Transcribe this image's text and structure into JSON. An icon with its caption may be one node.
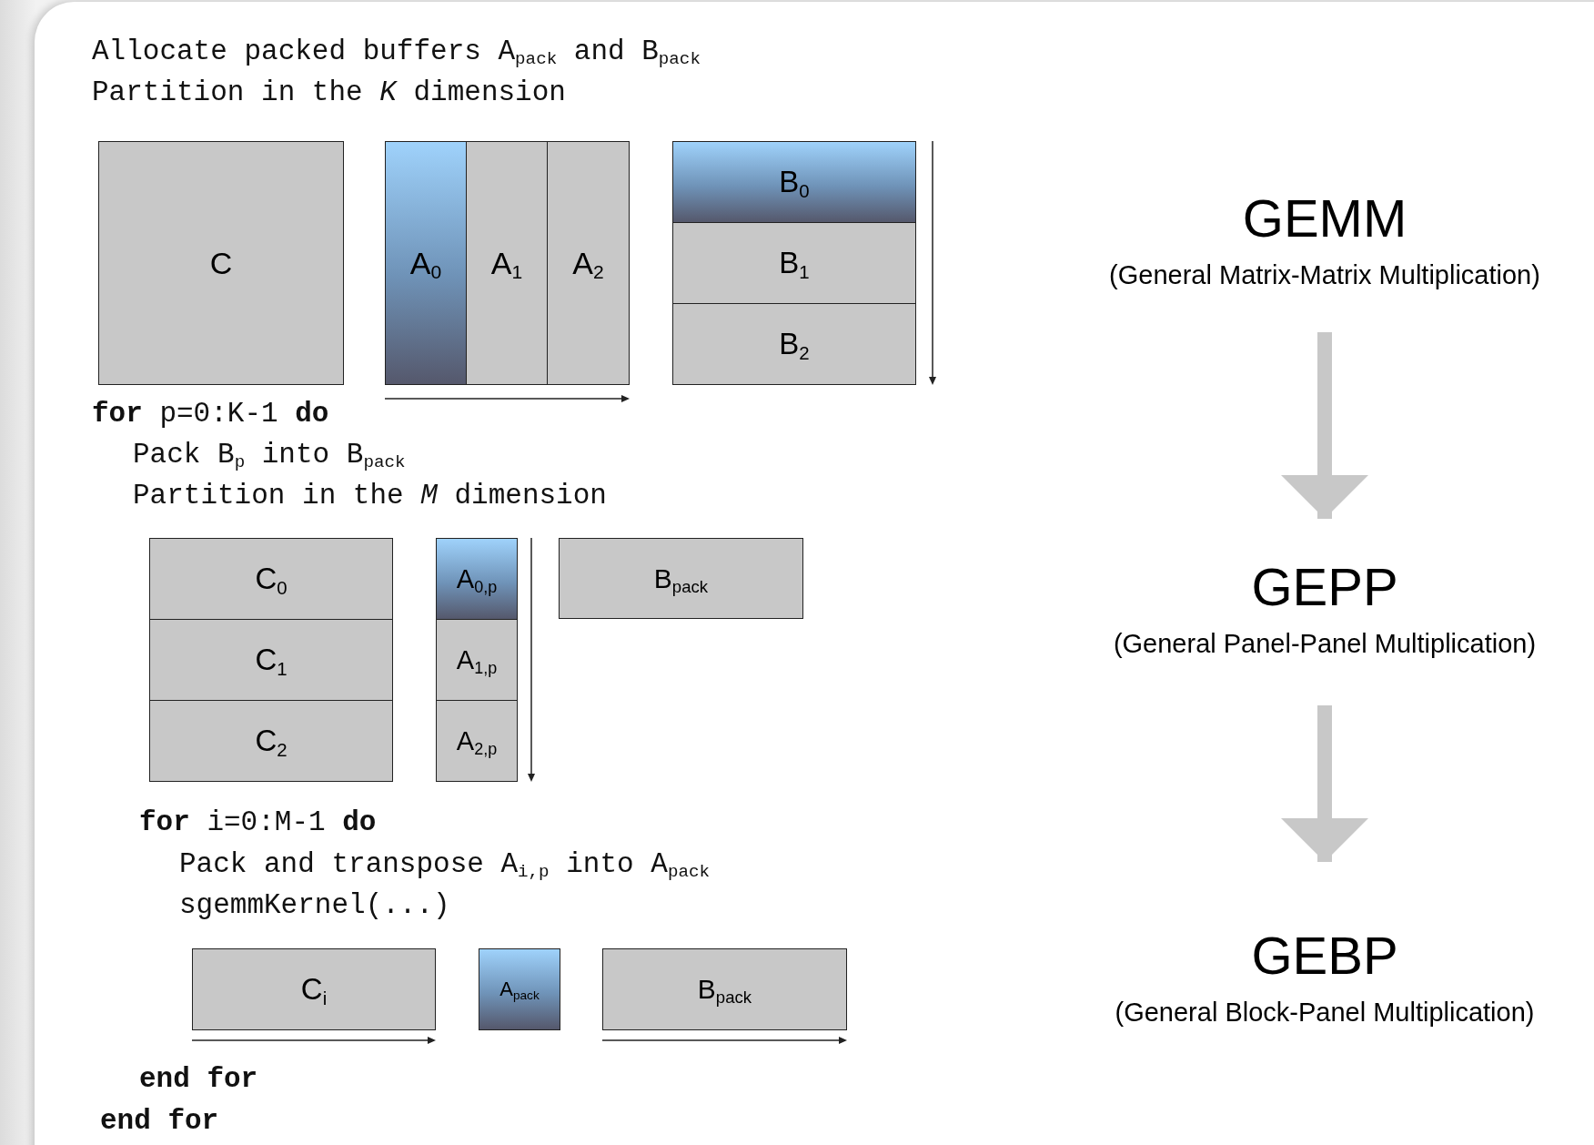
{
  "diagram": {
    "nodes": [
      {
        "text": [
          "C"
        ]
      },
      {
        "text": [
          "A$_{0}$"
        ]
      },
      {
        "text": [
          "A$_{1}$"
        ]
      },
      {
        "text": [
          "A$_{2}$"
        ]
      },
      {
        "text": [
          "B$_{0}$"
        ]
      },
      {
        "text": [
          "B$_{1}$"
        ]
      },
      {
        "text": [
          "B$_{2}$"
        ]
      },
      {
        "text": [
          "C$_{0}$"
        ]
      },
      {
        "text": [
          "C$_{1}$"
        ]
      },
      {
        "text": [
          "C$_{2}$"
        ]
      },
      {
        "text": [
          "A$_{0,p}$"
        ]
      },
      {
        "text": [
          "A$_{1,p}$"
        ]
      },
      {
        "text": [
          "A$_{2,p}$"
        ]
      },
      {
        "text": [
          "B$_{pack}$"
        ]
      },
      {
        "text": [
          "C$_{i}$"
        ]
      },
      {
        "text": [
          "A$_{pack}$"
        ]
      },
      {
        "text": [
          "B$_{pack}$"
        ]
      },
      {
        "text": [
          "GEMM",
          "(General Matrix-Matrix Multiplication)"
        ]
      },
      {
        "text": [
          "GEPP",
          "(General Panel-Panel Multiplication)"
        ]
      },
      {
        "text": [
          "GEBP",
          "(General Block-Panel Multiplication)"
        ]
      }
    ],
    "edges": [
      {
        "from": 17,
        "to": 18,
        "arrow": "to"
      },
      {
        "from": 18,
        "to": 19,
        "arrow": "to"
      }
    ],
    "labels": [
      "Allocate packed buffers A$_{pack}$ and B$_{pack}$",
      "Partition in the *K* dimension",
      "**for** p=0:K-1 **do**",
      "Pack B$_{p}$ into B$_{pack}$",
      "Partition in the *M* dimension",
      "**for** i=0:M-1 **do**",
      "Pack and transpose A$_{i,p}$ into A$_{pack}$",
      "sgemmKernel(...)",
      "end for",
      "end for"
    ]
  }
}
